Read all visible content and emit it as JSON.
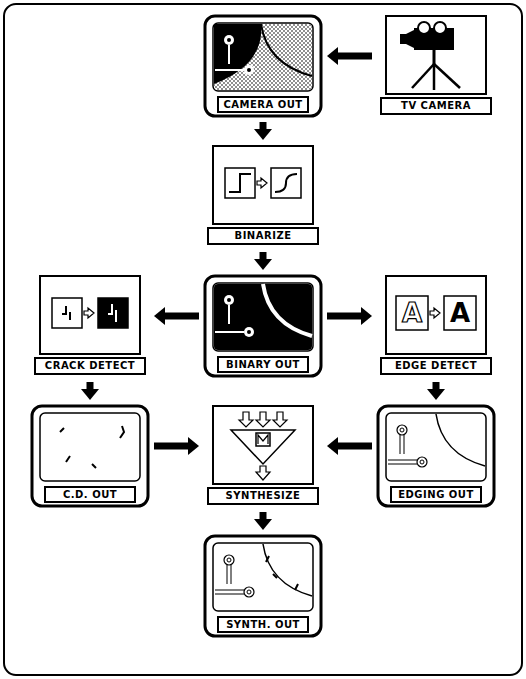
{
  "diagram": {
    "nodes": [
      {
        "text": [
          "CAMERA OUT"
        ]
      },
      {
        "text": [
          "TV CAMERA"
        ]
      },
      {
        "text": [
          "BINARIZE"
        ]
      },
      {
        "text": [
          "CRACK DETECT"
        ]
      },
      {
        "text": [
          "BINARY OUT"
        ]
      },
      {
        "text": [
          "EDGE DETECT"
        ]
      },
      {
        "text": [
          "C.D. OUT"
        ]
      },
      {
        "text": [
          "SYNTHESIZE"
        ]
      },
      {
        "text": [
          "EDGING OUT"
        ]
      },
      {
        "text": [
          "SYNTH. OUT"
        ]
      }
    ],
    "edges": [
      {
        "from": 1,
        "to": 0,
        "arrow": "to"
      },
      {
        "from": 0,
        "to": 2,
        "arrow": "to"
      },
      {
        "from": 2,
        "to": 4,
        "arrow": "to"
      },
      {
        "from": 4,
        "to": 3,
        "arrow": "to"
      },
      {
        "from": 4,
        "to": 5,
        "arrow": "to"
      },
      {
        "from": 3,
        "to": 6,
        "arrow": "to"
      },
      {
        "from": 5,
        "to": 8,
        "arrow": "to"
      },
      {
        "from": 6,
        "to": 7,
        "arrow": "to"
      },
      {
        "from": 8,
        "to": 7,
        "arrow": "to"
      },
      {
        "from": 7,
        "to": 9,
        "arrow": "to"
      }
    ],
    "labels": [
      "A",
      "A"
    ]
  }
}
